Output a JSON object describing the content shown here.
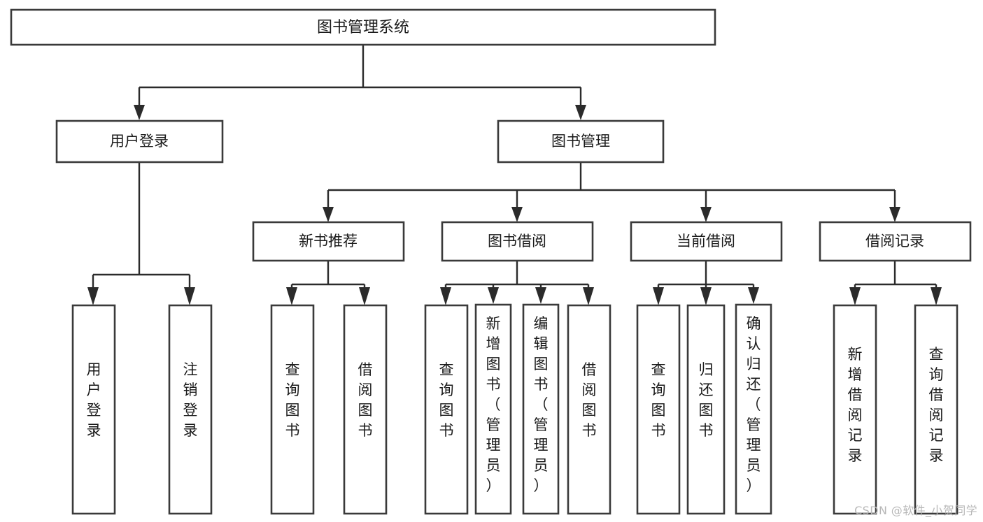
{
  "diagram": {
    "title": "图书管理系统",
    "type": "tree",
    "orientation": "top-down",
    "colors": {
      "box_stroke": "#3a3a3a",
      "box_fill": "#ffffff",
      "connector": "#2b2b2b",
      "text": "#1a1a1a",
      "background": "#ffffff",
      "watermark": "#b8b8b8"
    },
    "root": {
      "id": "root",
      "label": "图书管理系统"
    },
    "level2": [
      {
        "id": "user-login",
        "label": "用户登录"
      },
      {
        "id": "book-manage",
        "label": "图书管理"
      }
    ],
    "level3": [
      {
        "id": "new-book-recommend",
        "label": "新书推荐"
      },
      {
        "id": "book-borrow",
        "label": "图书借阅"
      },
      {
        "id": "current-borrow",
        "label": "当前借阅"
      },
      {
        "id": "borrow-record",
        "label": "借阅记录"
      }
    ],
    "leaves": {
      "user_login": [
        {
          "id": "leaf-user-login",
          "label": "用户登录"
        },
        {
          "id": "leaf-logout",
          "label": "注销登录"
        }
      ],
      "new_book_recommend": [
        {
          "id": "leaf-query-book-1",
          "label": "查询图书"
        },
        {
          "id": "leaf-borrow-book-1",
          "label": "借阅图书"
        }
      ],
      "book_borrow": [
        {
          "id": "leaf-query-book-2",
          "label": "查询图书"
        },
        {
          "id": "leaf-add-book",
          "label": "新增图书（管理员）"
        },
        {
          "id": "leaf-edit-book",
          "label": "编辑图书（管理员）"
        },
        {
          "id": "leaf-borrow-book-2",
          "label": "借阅图书"
        }
      ],
      "current_borrow": [
        {
          "id": "leaf-query-book-3",
          "label": "查询图书"
        },
        {
          "id": "leaf-return-book",
          "label": "归还图书"
        },
        {
          "id": "leaf-confirm-return",
          "label": "确认归还（管理员）"
        }
      ],
      "borrow_record": [
        {
          "id": "leaf-add-record",
          "label": "新增借阅记录"
        },
        {
          "id": "leaf-query-record",
          "label": "查询借阅记录"
        }
      ]
    }
  },
  "watermark": {
    "text": "CSDN @软件_小贺同学"
  }
}
